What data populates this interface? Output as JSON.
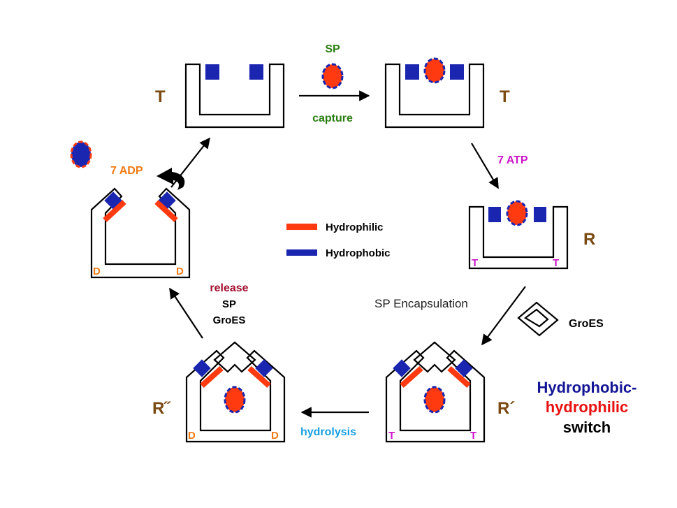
{
  "states": {
    "t_top_left": "T",
    "t_top_right": "T",
    "r": "R",
    "r_prime": "R´",
    "r_double_prime": "R˝"
  },
  "corner_marks": {
    "T": "T",
    "D": "D"
  },
  "steps": {
    "sp": "SP",
    "capture": "capture",
    "atp": "7 ATP",
    "encapsulation": "SP Encapsulation",
    "groes": "GroES",
    "hydrolysis": "hydrolysis",
    "release": "release",
    "release_sp": "SP",
    "release_groes": "GroES",
    "adp": "7 ADP"
  },
  "legend": {
    "hydrophilic": "Hydrophilic",
    "hydrophobic": "Hydrophobic"
  },
  "switch_label": {
    "line1": "Hydrophobic-",
    "line2": "hydrophilic",
    "line3": "switch"
  },
  "colors": {
    "hydrophobic": "#1a25b0",
    "hydrophilic": "#ff3a10",
    "state": "#7a4a12",
    "sp_green": "#2a7d10",
    "atp_magenta": "#cc14c8",
    "adp_orange": "#f07a14",
    "hydrolysis_blue": "#1aa0e0",
    "release_red": "#a01030",
    "switch_blue": "#141496",
    "switch_red": "#e81010"
  }
}
